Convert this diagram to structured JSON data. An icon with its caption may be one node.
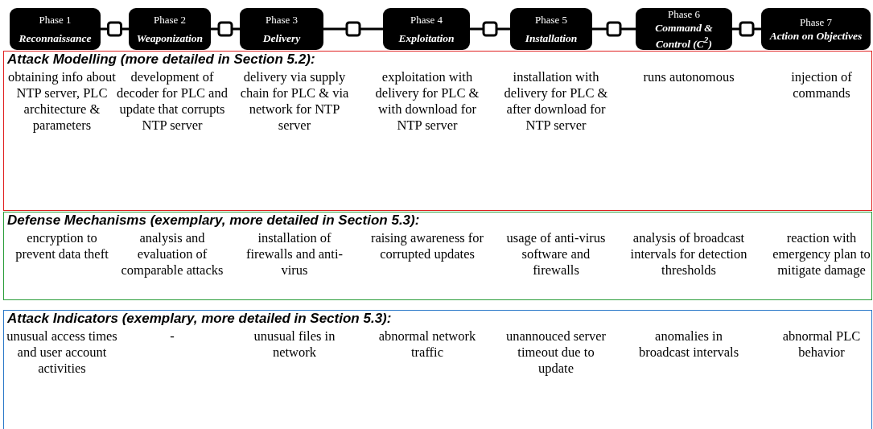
{
  "diagram": {
    "nodes": [
      {
        "text": [
          "Phase 1",
          "Reconnaissance"
        ]
      },
      {
        "text": [
          "Phase 2",
          "Weaponization"
        ]
      },
      {
        "text": [
          "Phase 3",
          "Delivery"
        ]
      },
      {
        "text": [
          "Phase 4",
          "Exploitation"
        ]
      },
      {
        "text": [
          "Phase 5",
          "Installation"
        ]
      },
      {
        "text": [
          "Phase 6",
          "Command & Control (C$^{2}$)"
        ]
      },
      {
        "text": [
          "Phase 7",
          "Action on Objectives"
        ]
      },
      {
        "text": [
          "Attack Modelling (more detailed in Section 5.2):",
          "obtaining info about NTP server, PLC architecture & parameters",
          "development of decoder for PLC and update that corrupts NTP server",
          "delivery via supply chain for PLC & via network for NTP server",
          "exploitation with delivery for PLC & with download for NTP server",
          "installation with delivery for PLC & after download for NTP server",
          "runs autonomous",
          "injection of commands"
        ]
      },
      {
        "text": [
          "Defense Mechanisms (exemplary, more detailed in Section 5.3):",
          "encryption to prevent data theft",
          "analysis and evaluation of comparable attacks",
          "installation of firewalls and anti-virus",
          "raising awareness for corrupted updates",
          "usage of anti-virus software and firewalls",
          "analysis of broadcast intervals for detection thresholds",
          "reaction with emergency plan to mitigate damage"
        ]
      },
      {
        "text": [
          "Attack Indicators (exemplary, more detailed in Section 5.3):",
          "unusual access times and user account activities",
          "-",
          "unusual files in network",
          "abnormal network traffic",
          "unannouced server timeout due to update",
          "anomalies in broadcast intervals",
          "abnormal PLC behavior"
        ]
      }
    ],
    "edges": [
      {
        "from": 0,
        "to": 1,
        "arrow": "none"
      },
      {
        "from": 1,
        "to": 2,
        "arrow": "none"
      },
      {
        "from": 2,
        "to": 3,
        "arrow": "none"
      },
      {
        "from": 3,
        "to": 4,
        "arrow": "none"
      },
      {
        "from": 4,
        "to": 5,
        "arrow": "none"
      },
      {
        "from": 5,
        "to": 6,
        "arrow": "none"
      }
    ]
  }
}
